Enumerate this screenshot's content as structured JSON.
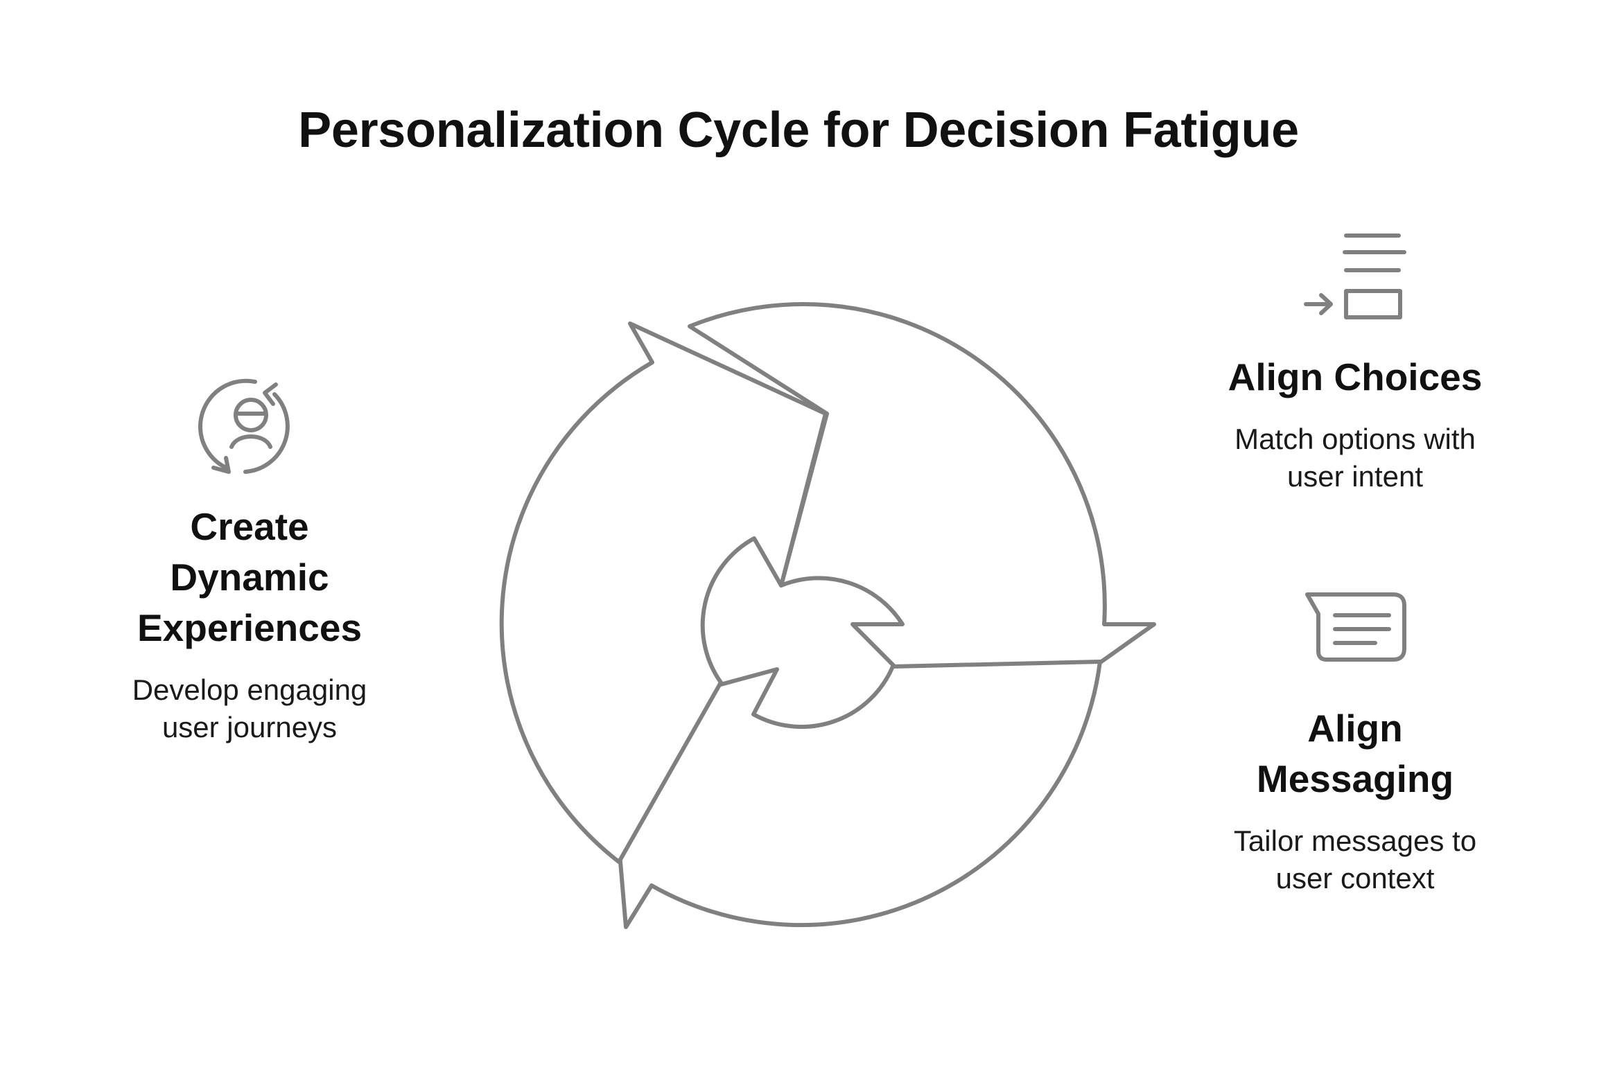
{
  "title": "Personalization Cycle for Decision Fatigue",
  "colors": {
    "stroke": "#808080",
    "text": "#111111",
    "background": "#ffffff"
  },
  "steps": [
    {
      "heading": "Create Dynamic Experiences",
      "heading_lines": [
        "Create",
        "Dynamic",
        "Experiences"
      ],
      "desc_lines": [
        "Develop engaging",
        "user journeys"
      ],
      "icon": "user-cycle-icon"
    },
    {
      "heading": "Align Choices",
      "heading_lines": [
        "Align Choices"
      ],
      "desc_lines": [
        "Match options with",
        "user intent"
      ],
      "icon": "list-select-icon"
    },
    {
      "heading": "Align Messaging",
      "heading_lines": [
        "Align",
        "Messaging"
      ],
      "desc_lines": [
        "Tailor messages to",
        "user context"
      ],
      "icon": "message-icon"
    }
  ]
}
